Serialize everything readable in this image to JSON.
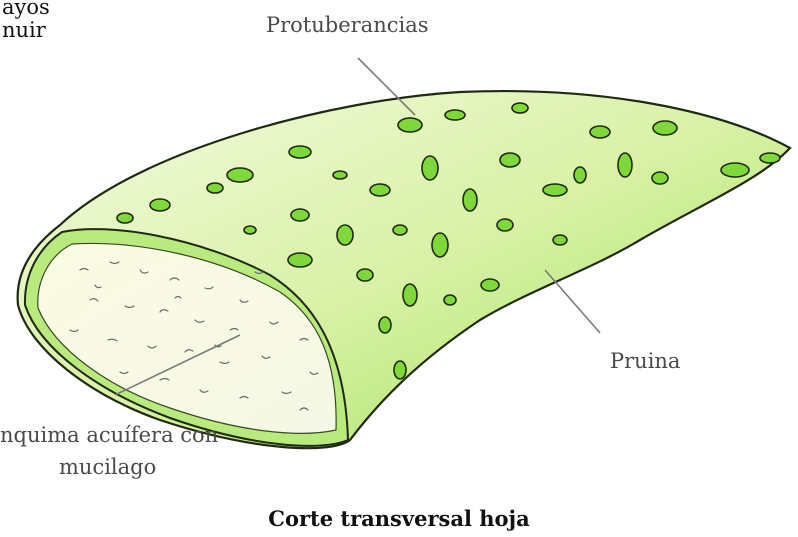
{
  "labels": {
    "top_left_line1": "ayos",
    "top_left_line2": "nuir",
    "protuberancias": "Protuberancias",
    "pruina": "Pruina",
    "parenquima_line1": "nquima acuífera con",
    "parenquima_line2": "mucilago"
  },
  "caption": "Corte transversal hoja",
  "colors": {
    "leaf_green": "#8fe04a",
    "leaf_light": "#e6f7c4",
    "bump_green": "#6fcf2e",
    "flesh": "#fbfbec",
    "leader_line": "#7a7a7a"
  }
}
